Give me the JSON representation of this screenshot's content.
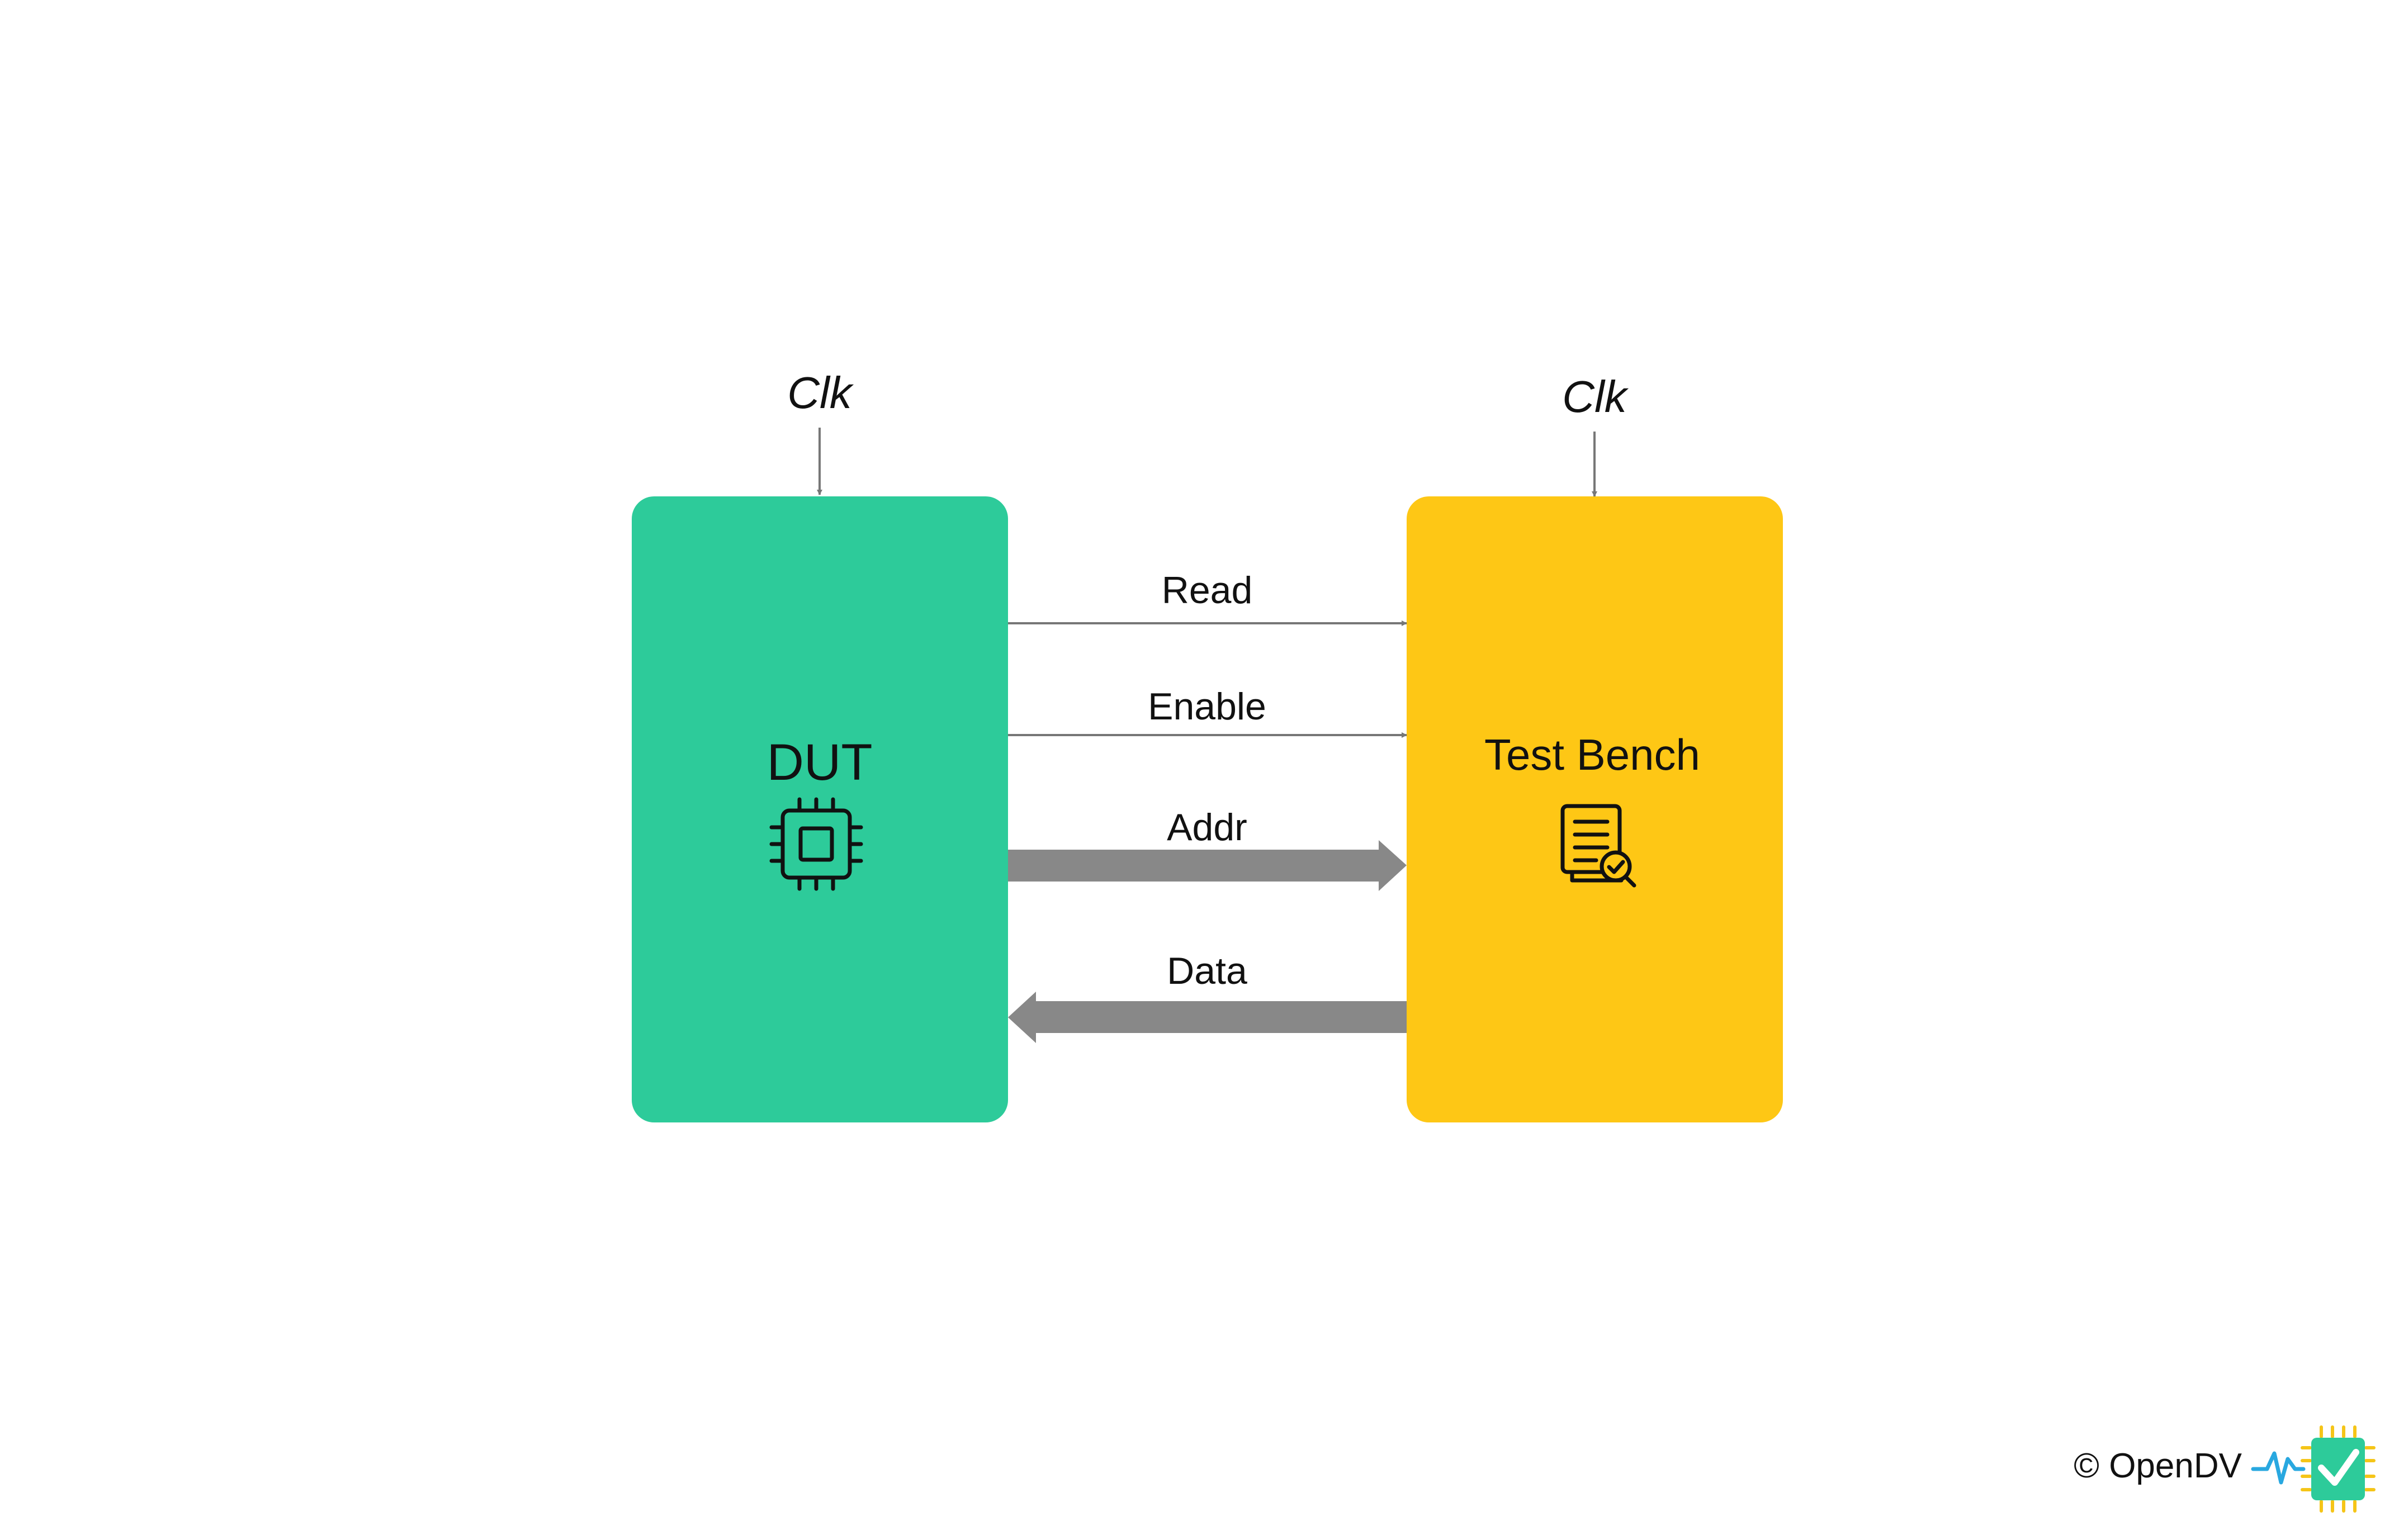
{
  "dut": {
    "label": "DUT",
    "clock_label": "Clk",
    "icon": "chip-icon",
    "color": "#2DCB9A"
  },
  "testbench": {
    "label": "Test Bench",
    "clock_label": "Clk",
    "icon": "document-search-icon",
    "color": "#FEC715"
  },
  "signals": {
    "read": "Read",
    "enable": "Enable",
    "addr": "Addr",
    "data": "Data"
  },
  "colors": {
    "wire": "#777777",
    "bus": "#888888"
  },
  "footer": {
    "copyright": "© OpenDV",
    "logo": "opendv-logo"
  }
}
